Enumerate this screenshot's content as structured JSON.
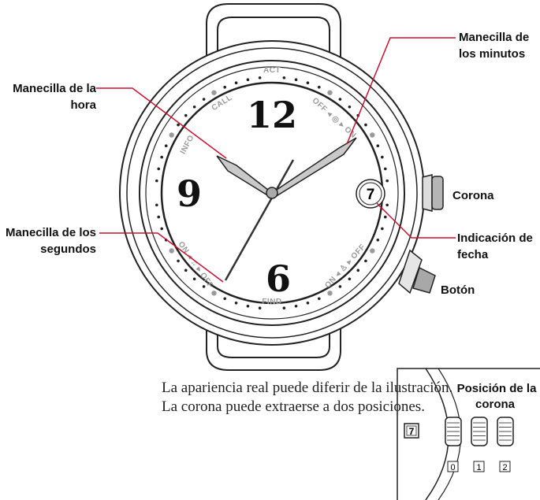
{
  "labels": {
    "hour_hand": [
      "Manecilla de la",
      "hora"
    ],
    "minute_hand": [
      "Manecilla de",
      "los minutos"
    ],
    "second_hand": [
      "Manecilla de los",
      "segundos"
    ],
    "crown": "Corona",
    "date": [
      "Indicación de",
      "fecha"
    ],
    "button": "Botón"
  },
  "dial": {
    "n12": "12",
    "n9": "9",
    "n6": "6",
    "act": "ACT",
    "call": "CALL",
    "info": "INFO",
    "find": "FIND",
    "off_on_top": "OFF ◂ ◎ ▸ ON",
    "on_off_bottom_right": "ON ◂ ♙ ▸ OFF",
    "on_off_bottom_left": "ON ◂ ♫ ▸ OFF",
    "date_value": "7"
  },
  "inset": {
    "title": [
      "Posición de la",
      "corona"
    ],
    "date_value": "7",
    "positions": [
      "0",
      "1",
      "2"
    ]
  },
  "caption": [
    "La apariencia real puede diferir de la ilustración.",
    "La corona puede extraerse a dos posiciones."
  ]
}
